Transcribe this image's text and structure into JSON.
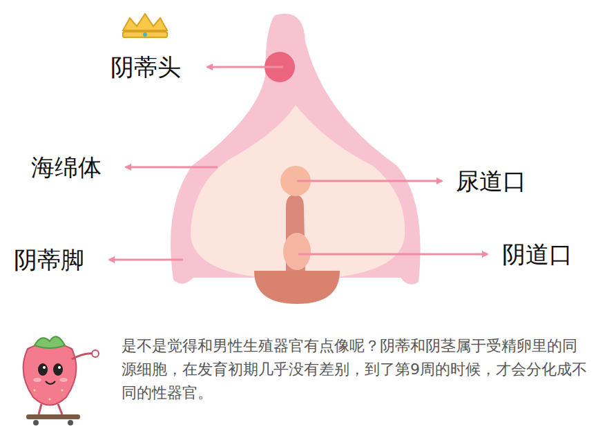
{
  "diagram": {
    "caption": "是不是觉得和男性生殖器官有点像呢？阴蒂和阴茎属于受精卵里的同源细胞，在发育初期几乎没有差别，到了第9周的时候，才会分化成不同的性器官。",
    "labels": [
      "阴蒂头",
      "海绵体",
      "阴蒂脚",
      "尿道口",
      "阴道口"
    ]
  }
}
